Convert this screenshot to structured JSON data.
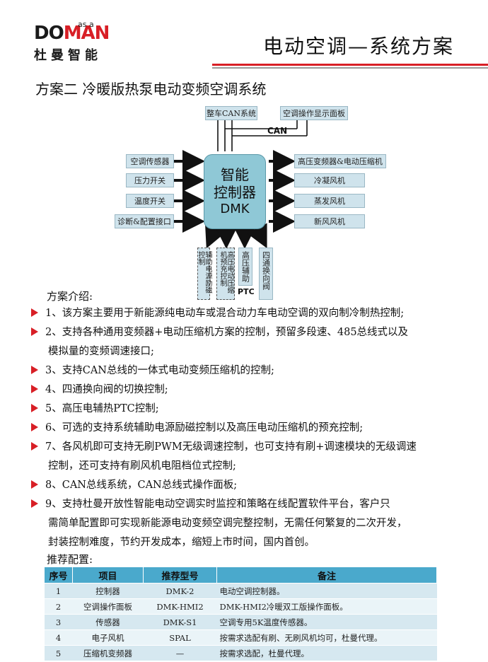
{
  "header": {
    "logo_text_do": "DO",
    "logo_text_man": "MAN",
    "logo_asa": "as a",
    "logo_cn": "杜曼智能",
    "title": "电动空调—系统方案"
  },
  "section_title": "方案二 冷暖版热泵电动变频空调系统",
  "diagram": {
    "top_boxes": [
      "整车CAN系统",
      "空调操作显示面板"
    ],
    "can_label": "CAN",
    "left_boxes": [
      "空调传感器",
      "压力开关",
      "温度开关",
      "诊断&配置接口"
    ],
    "right_boxes": [
      "高压变频器&电动压缩机",
      "冷凝风机",
      "蒸发风机",
      "新风风机"
    ],
    "core_line1": "智能",
    "core_line2": "控制器",
    "core_line3": "DMK",
    "bottom_boxes": [
      "辅助电源励磁控制",
      "高压电动压缩机预充控制",
      "高压辅助",
      "四通换向阀"
    ],
    "ptc_label": "PTC"
  },
  "intro": {
    "title": "方案介绍:",
    "items": [
      {
        "text": "1、该方案主要用于新能源纯电动车或混合动力车电动空调的双向制冷制热控制;",
        "cont": []
      },
      {
        "text": "2、支持各种通用变频器+电动压缩机方案的控制，预留多段速、485总线式以及",
        "cont": [
          "模拟量的变频调速接口;"
        ]
      },
      {
        "text": "3、支持CAN总线的一体式电动变频压缩机的控制;",
        "cont": []
      },
      {
        "text": "4、四通换向阀的切换控制;",
        "cont": []
      },
      {
        "text": "5、高压电辅热PTC控制;",
        "cont": []
      },
      {
        "text": "6、可选的支持系统辅助电源励磁控制以及高压电动压缩机的预充控制;",
        "cont": []
      },
      {
        "text": "7、各风机即可支持无刷PWM无级调速控制，也可支持有刷+调速模块的无级调速",
        "cont": [
          "控制，还可支持有刷风机电阻档位式控制;"
        ]
      },
      {
        "text": "8、CAN总线系统，CAN总线式操作面板;",
        "cont": []
      },
      {
        "text": "9、支持杜曼开放性智能电动空调实时监控和策略在线配置软件平台，客户只",
        "cont": [
          "需简单配置即可实现新能源电动变频空调完整控制，无需任何繁复的二次开发，",
          "封装控制难度，节约开发成本，缩短上市时间，国内首创。"
        ]
      }
    ]
  },
  "recommend": {
    "title": "推荐配置:",
    "headers": [
      "序号",
      "项目",
      "推荐型号",
      "备注"
    ],
    "rows": [
      [
        "1",
        "控制器",
        "DMK-2",
        "电动空调控制器。"
      ],
      [
        "2",
        "空调操作面板",
        "DMK-HMI2",
        "DMK-HMI2冷暖双工版操作面板。"
      ],
      [
        "3",
        "传感器",
        "DMK-S1",
        "空调专用5K温度传感器。"
      ],
      [
        "4",
        "电子风机",
        "SPAL",
        "按需求选配有刷、无刷风机均可，杜曼代理。"
      ],
      [
        "5",
        "压缩机变频器",
        "—",
        "按需求选配，杜曼代理。"
      ]
    ]
  },
  "colors": {
    "accent_red": "#d81f26",
    "table_header": "#4aa9cc",
    "core_fill": "#8fc8d6",
    "box_fill": "#cfe3ec"
  }
}
